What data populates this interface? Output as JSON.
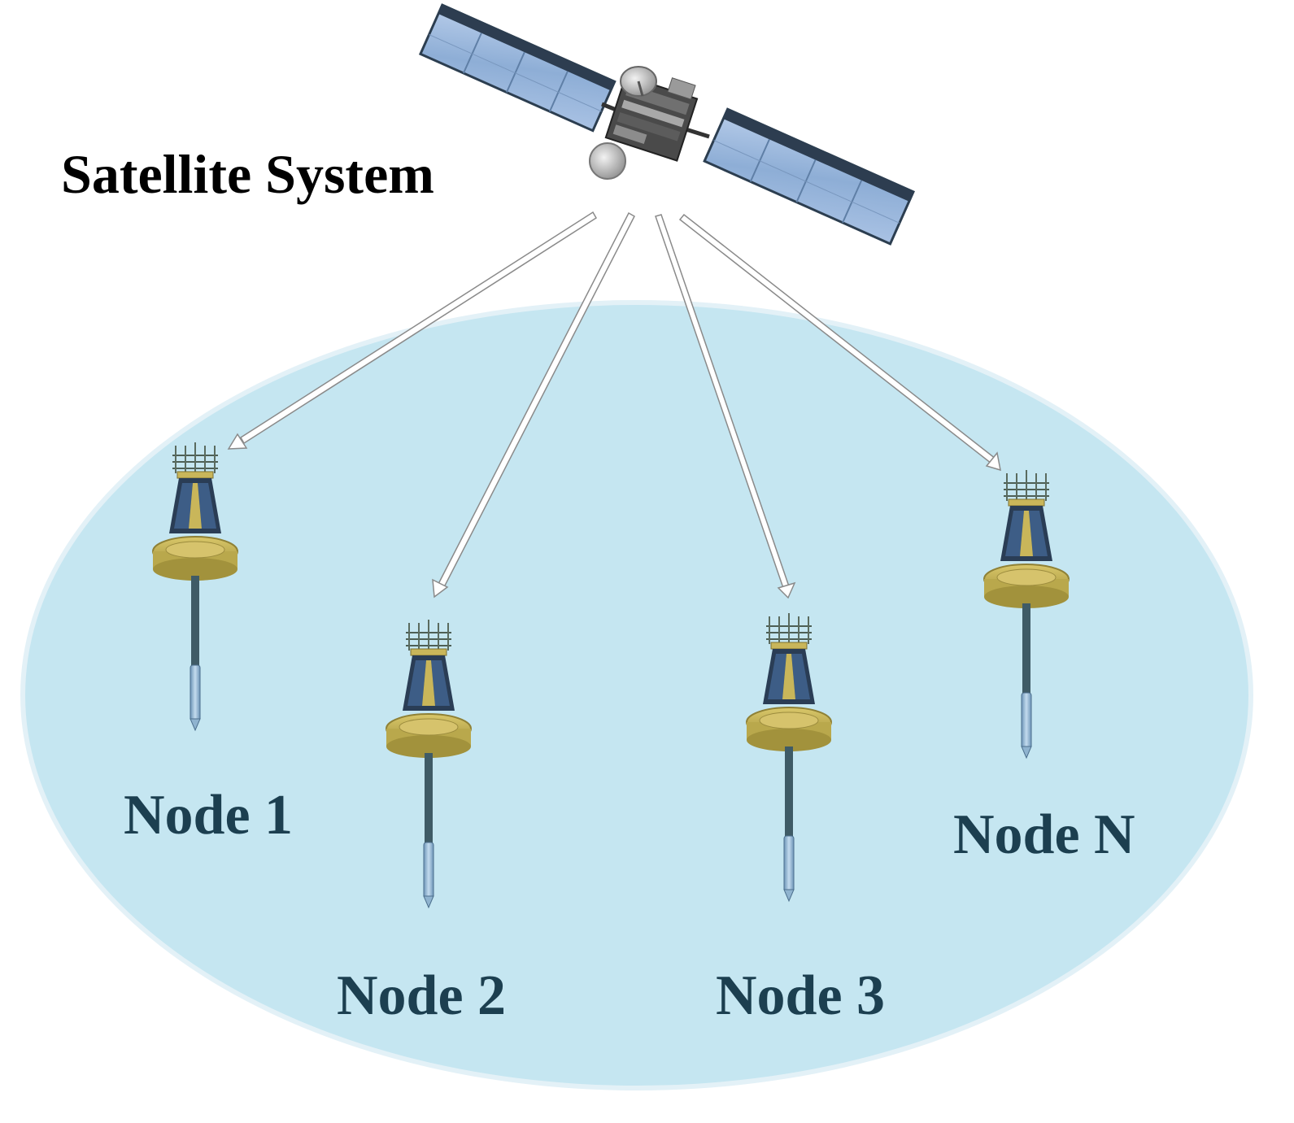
{
  "satellite": {
    "label": "Satellite System"
  },
  "nodes": [
    {
      "id": "1",
      "label": "Node 1"
    },
    {
      "id": "2",
      "label": "Node 2"
    },
    {
      "id": "3",
      "label": "Node 3"
    },
    {
      "id": "n",
      "label": "Node N"
    }
  ],
  "colors": {
    "ocean_fill": "#c5e6f1",
    "ocean_rim": "#e8f4f9",
    "node_label": "#1c3f50",
    "buoy_float": "#c9b65a",
    "buoy_float_dark": "#8f8136",
    "buoy_tower": "#2a3d55",
    "buoy_panel": "#3d5d86",
    "buoy_mast": "#3f5b66",
    "buoy_sensor": "#8fb3cf",
    "solar_panel": "#8fb0d8",
    "solar_panel_edge": "#2c3e50",
    "satellite_body": "#4a4a4a",
    "arrow_fill": "#ffffff",
    "arrow_stroke": "#8a8a8a"
  }
}
